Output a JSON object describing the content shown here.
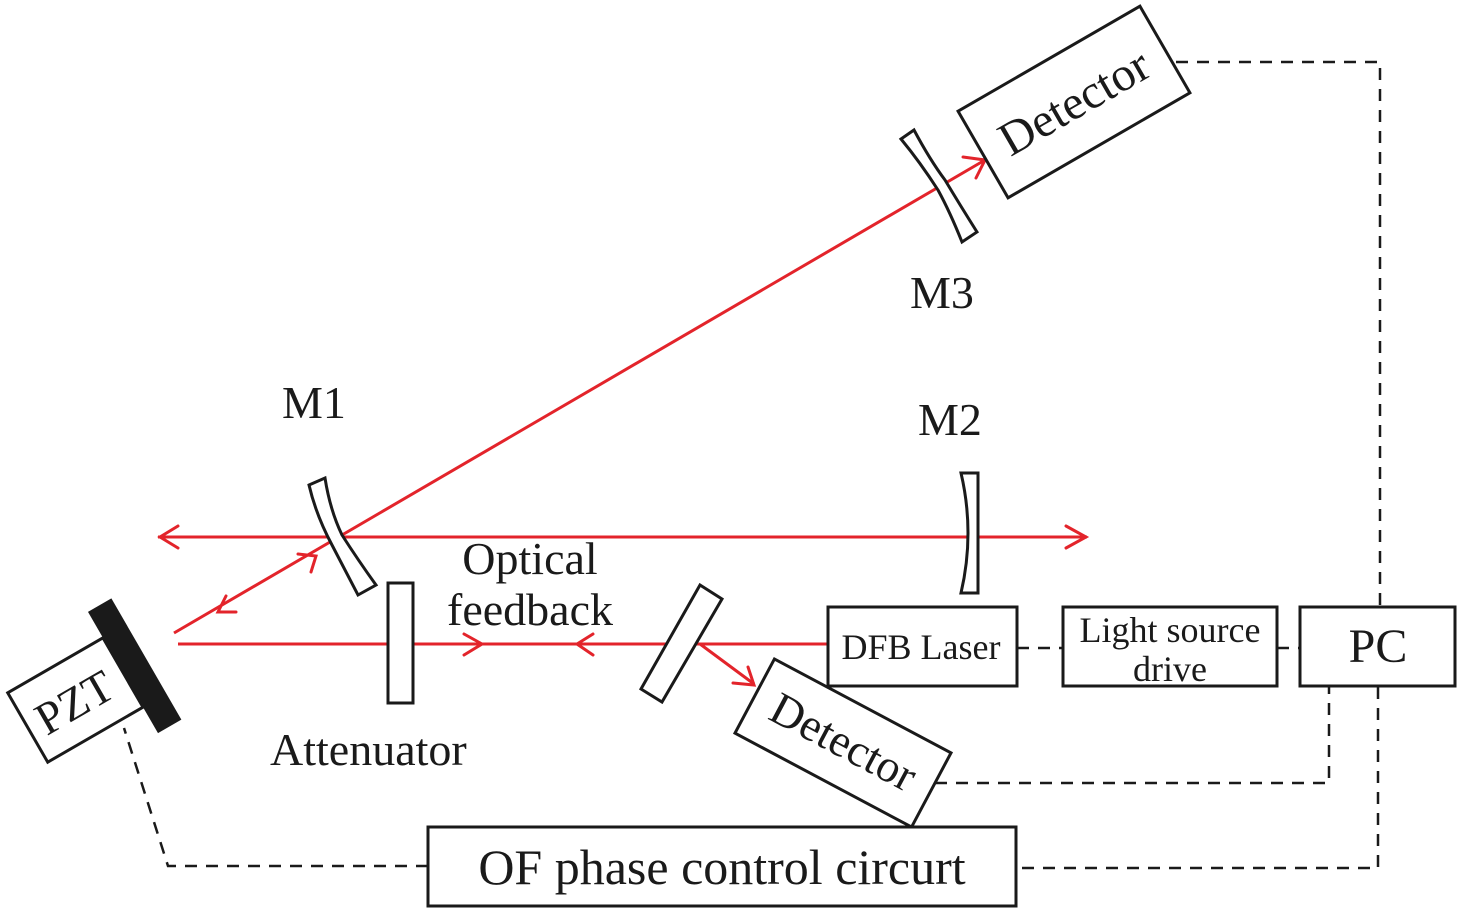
{
  "figure": {
    "type": "optical feedback setup schematic",
    "beam_color": "#e3242b",
    "line_color": "#1a1a1a"
  },
  "labels": {
    "m1": "M1",
    "m2": "M2",
    "m3": "M3",
    "optical_feedback_line1": "Optical",
    "optical_feedback_line2": "feedback",
    "attenuator": "Attenuator"
  },
  "components": {
    "pzt": "PZT",
    "detector_top": "Detector",
    "detector_bottom": "Detector",
    "dfb_laser": "DFB Laser",
    "light_source_drive_line1": "Light source",
    "light_source_drive_line2": "drive",
    "pc": "PC",
    "of_phase_control": "OF phase control circurt"
  },
  "connections": [
    {
      "from": "DFB Laser",
      "to": "Light source drive",
      "style": "dashed"
    },
    {
      "from": "Light source drive",
      "to": "PC",
      "style": "dashed"
    },
    {
      "from": "Detector (top)",
      "to": "PC",
      "style": "dashed"
    },
    {
      "from": "Detector (bottom)",
      "to": "PC",
      "style": "dashed"
    },
    {
      "from": "PC",
      "to": "OF phase control circurt",
      "style": "dashed"
    },
    {
      "from": "OF phase control circurt",
      "to": "PZT",
      "style": "dashed"
    }
  ]
}
